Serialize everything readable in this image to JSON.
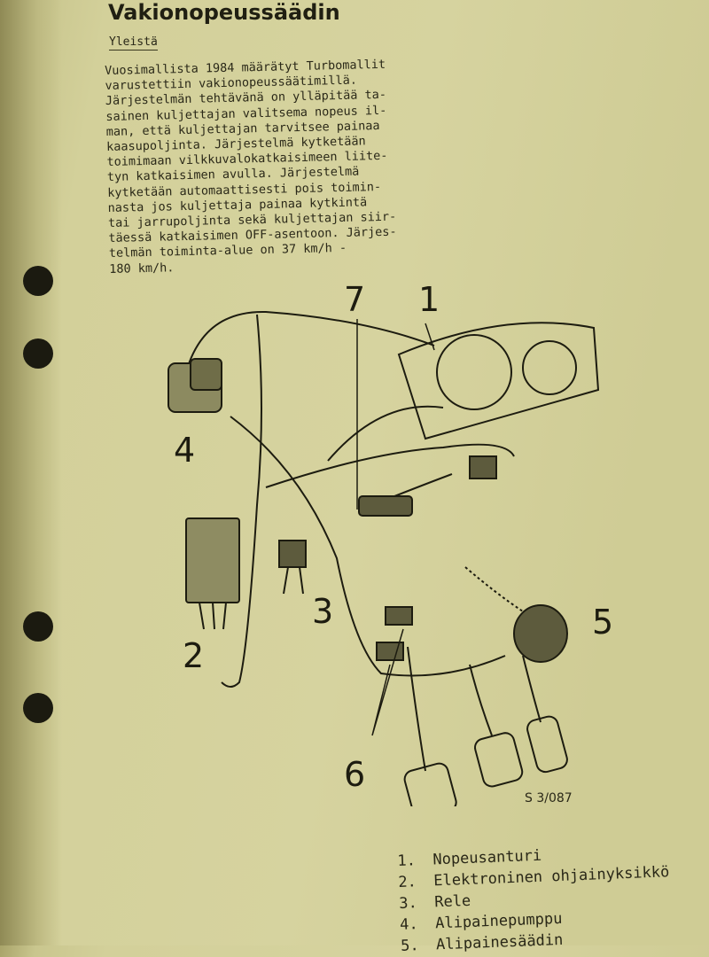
{
  "title": "Vakionopeussäädin",
  "subtitle": "Yleistä",
  "body_text": "Vuosimallista 1984 määrätyt Turbomallit\nvarustettiin vakionopeussäätimillä.\nJärjestelmän tehtävänä on ylläpitää ta-\nsainen kuljettajan valitsema nopeus il-\nman, että kuljettajan tarvitsee painaa\nkaasupoljinta. Järjestelmä kytketään\ntoimimaan vilkkuvalokatkaisimeen liite-\ntyn katkaisimen avulla. Järjestelmä\nkytketään automaattisesti pois toimin-\nnasta jos kuljettaja painaa kytkintä\ntai jarrupoljinta sekä kuljettajan siir-\ntäessä katkaisimen OFF-asentoon. Järjes-\ntelmän toiminta-alue on 37 km/h -\n180 km/h.",
  "diagram": {
    "callouts": [
      "1",
      "2",
      "3",
      "4",
      "5",
      "6",
      "7"
    ],
    "figure_code": "S 3/087"
  },
  "legend": [
    {
      "num": "1.",
      "label": "Nopeusanturi"
    },
    {
      "num": "2.",
      "label": "Elektroninen ohjainyksikkö"
    },
    {
      "num": "3.",
      "label": "Rele"
    },
    {
      "num": "4.",
      "label": "Alipainepumppu"
    },
    {
      "num": "5.",
      "label": "Alipainesäädin"
    }
  ]
}
